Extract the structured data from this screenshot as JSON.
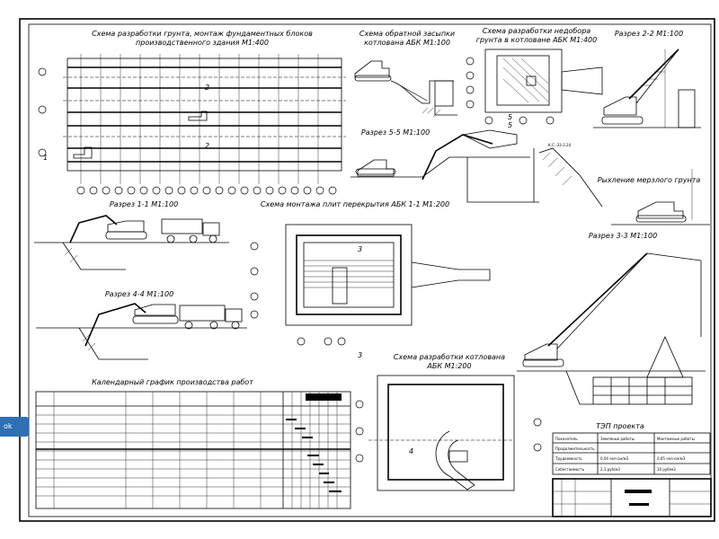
{
  "titles": {
    "main_plan": "Схема разработки грунта, монтаж фундаментных блоков\nпроизводственного здания М1:400",
    "backfill": "Схема обратной засыпки\nкотлована АБК М1:100",
    "shortfall": "Схема разработки недобора\nгрунта в котловане АБК М1:400",
    "section_22": "Разрез 2-2 М1:100",
    "section_55": "Разрез 5-5 М1:100",
    "frozen": "Рыхление мерзлого грунта",
    "section_11": "Разрез 1-1 М1:100",
    "slab_mount": "Схема монтажа плит перекрытия АБК 1-1 М1:200",
    "section_33": "Разрез 3-3 М1:100",
    "section_44": "Разрез 4-4 М1:100",
    "calendar": "Календарный график производства работ",
    "pit_dev": "Схема разработки котлована\nАБК М1:200",
    "tep": "ТЭП проекта"
  },
  "tep_table": {
    "headers": [
      "Показатель",
      "Земляные работы",
      "Монтажные работы"
    ],
    "rows": [
      [
        "Продолжительность",
        "",
        ""
      ],
      [
        "Трудоемкость",
        "0,04 чел-см/м3",
        "0,05 чел-см/м3"
      ],
      [
        "Себестоимость",
        "2,1 руб/м3",
        "10 руб/м3"
      ]
    ]
  },
  "side_tab": "ok"
}
